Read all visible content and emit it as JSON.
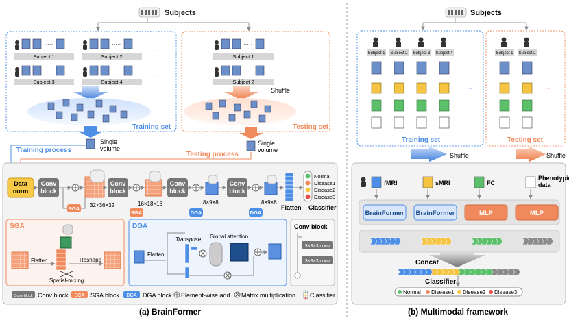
{
  "left_panel": {
    "subjects_label": "Subjects",
    "training_set": {
      "subject_labels": [
        "Subject 1",
        "Subject 2",
        "Subject 3",
        "Subject 4"
      ],
      "ellipsis": "...",
      "label": "Training set"
    },
    "testing_set": {
      "subject_labels": [
        "Subject 1",
        "Subject 2"
      ],
      "ellipsis": "...",
      "label": "Testing set"
    },
    "shuffle_label": "Shuffle",
    "single_volume_line1": "Single",
    "single_volume_line2": "volume",
    "training_process": "Training process",
    "testing_process": "Testing process",
    "pipeline": {
      "data_norm_line1": "Data",
      "data_norm_line2": "norm",
      "conv_block_line1": "Conv",
      "conv_block_line2": "block",
      "sga": "SGA",
      "dga": "DGA",
      "size1": "32×36×32",
      "size2": "16×18×16",
      "size3": "8×9×8",
      "size4": "8×9×8",
      "flatten": "Flatten",
      "classifier": "Classifier",
      "classes": [
        "Normal",
        "Disease1",
        "Disease2",
        "Disease3"
      ]
    },
    "sga_detail": {
      "title": "SGA",
      "flatten": "Flatten",
      "reshape": "Reshape",
      "spatial_mixing": "Spatial-mixing"
    },
    "dga_detail": {
      "title": "DGA",
      "flatten": "Flatten",
      "transpose": "Transpose",
      "global_attention": "Global attention"
    },
    "conv_detail": {
      "title": "Conv block",
      "conv1": "3×3×3 conv",
      "conv2": "3×3×3 conv"
    },
    "legend": {
      "conv_chip": "Conv block",
      "conv_label": "Conv block",
      "sga_chip": "SGA",
      "sga_label": "SGA block",
      "dga_chip": "DGA",
      "dga_label": "DGA block",
      "add_label": "Element-wise add",
      "mul_label": "Matrix multiplication",
      "classifier_label": "Classifier"
    },
    "caption": "(a) BrainFormer"
  },
  "right_panel": {
    "subjects_label": "Subjects",
    "training_subjects": [
      "Subject 1",
      "Subject 2",
      "Subject 3",
      "Subject 4"
    ],
    "testing_subjects": [
      "Subject 1",
      "Subject 2"
    ],
    "ellipsis": "...",
    "training_set": "Training set",
    "testing_set": "Testing set",
    "shuffle": "Shuffle",
    "modalities": [
      "fMRI",
      "sMRI",
      "FC",
      "Phenotypic data"
    ],
    "encoders": [
      "BrainFormer",
      "BrainFormer",
      "MLP",
      "MLP"
    ],
    "concat": "Concat",
    "classifier": "Classifier",
    "classes": [
      "Normal",
      "Disease1",
      "Disease2",
      "Disease3"
    ],
    "caption": "(b) Multimodal framework"
  },
  "colors": {
    "blue": "#4d8fe6",
    "orange": "#f08a5d",
    "yellow": "#f5c542",
    "green": "#5cbf6a",
    "gray": "#8a8a8a"
  }
}
